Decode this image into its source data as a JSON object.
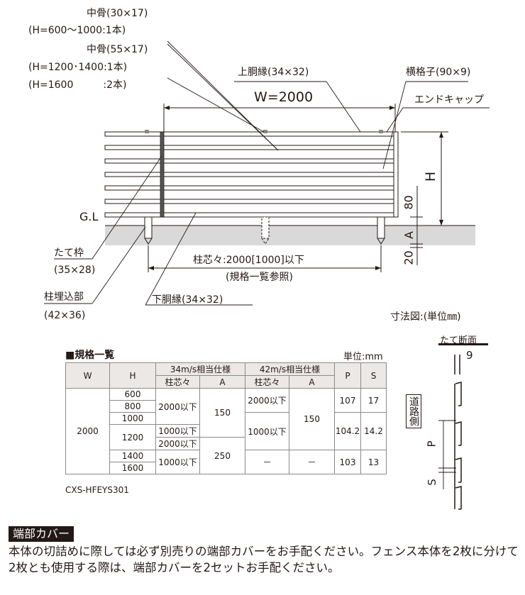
{
  "callouts": {
    "center_bone_1": "中骨(30×17)",
    "center_bone_1_note": "(H=600～1000:1本)",
    "center_bone_2": "中骨(55×17)",
    "center_bone_2_note1": "(H=1200･1400:1本)",
    "center_bone_2_note2": "(H=1600　　　:2本)",
    "upper_rail": "上胴縁(34×32)",
    "horizontal_slat": "横格子(90×9)",
    "end_cap": "エンドキャップ",
    "width": "W=2000",
    "height": "H",
    "dim_80": "80",
    "dim_A": "A",
    "dim_20": "20",
    "ground": "G.L",
    "frame": "たて枠",
    "frame_size": "(35×28)",
    "post_pitch": "柱芯々:2000[1000]以下",
    "post_pitch_ref": "(規格一覧参照)",
    "post_embed": "柱埋込部",
    "post_embed_size": "(42×36)",
    "lower_rail": "下胴縁(34×32)",
    "unit_caption": "寸法図:(単位㎜)"
  },
  "section": {
    "title": "たて断面",
    "dim_9": "9",
    "road_side": "道路側",
    "P": "P",
    "S": "S"
  },
  "spec_table": {
    "title": "■規格一覧",
    "unit": "単位:mm",
    "col_W": "W",
    "col_H": "H",
    "group_34": "34m/s相当仕様",
    "group_42": "42m/s相当仕様",
    "sub_pitch": "柱芯々",
    "sub_A": "A",
    "col_P": "P",
    "col_S": "S",
    "w_value": "2000",
    "h": [
      "600",
      "800",
      "1000",
      "1200",
      "1400",
      "1600"
    ],
    "p34_a": "2000以下",
    "p34_b": "1000以下",
    "p34_c": "2000以下",
    "p34_d": "1000以下",
    "a34_a": "150",
    "a34_b": "250",
    "p42_a": "2000以下",
    "p42_b": "1000以下",
    "p42_c": "－",
    "a42_a": "150",
    "a42_b": "－",
    "p_a": "107",
    "p_b": "104.2",
    "p_c": "103",
    "s_a": "17",
    "s_b": "14.2",
    "s_c": "13",
    "model": "CXS-HFEYS301"
  },
  "note": {
    "heading": "端部カバー",
    "body": "本体の切詰めに際しては必ず別売りの端部カバーをお手配ください。フェンス本体を2枚に分けて2枚とも使用する際は、端部カバーを2セットお手配ください。"
  },
  "colors": {
    "ground_fill": "#d9d9d9",
    "line": "#231815",
    "table_header": "#ece8e6",
    "note_head_bg": "#231815"
  }
}
